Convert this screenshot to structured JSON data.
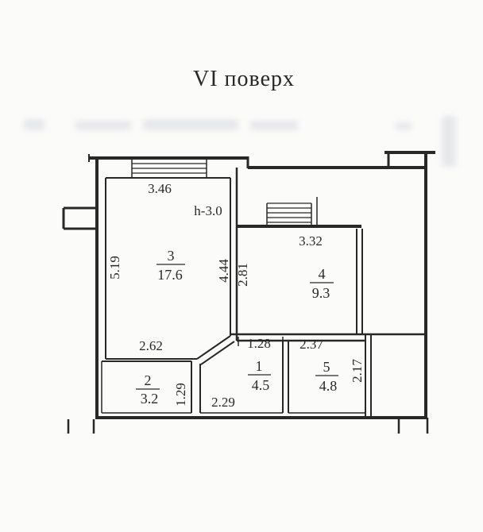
{
  "title": "VI поверх",
  "floorplan": {
    "height_label": "h-3.0",
    "rooms": {
      "r1": {
        "number": "1",
        "area": "4.5"
      },
      "r2": {
        "number": "2",
        "area": "3.2"
      },
      "r3": {
        "number": "3",
        "area": "17.6"
      },
      "r4": {
        "number": "4",
        "area": "9.3"
      },
      "r5": {
        "number": "5",
        "area": "4.8"
      }
    },
    "dims": {
      "w_room3_top": "3.46",
      "h_room3_left": "5.19",
      "h_room3_right": "4.44",
      "h_room4_left": "2.81",
      "w_room4_top": "3.32",
      "w_room3_bottom": "2.62",
      "w_room1_top": "1.28",
      "w_room5_top": "2.37",
      "h_room2_right": "1.29",
      "w_room1_bottom": "2.29",
      "h_room5_right": "2.17"
    },
    "colors": {
      "ink": "#282828",
      "paper": "#fbfbfa"
    }
  }
}
